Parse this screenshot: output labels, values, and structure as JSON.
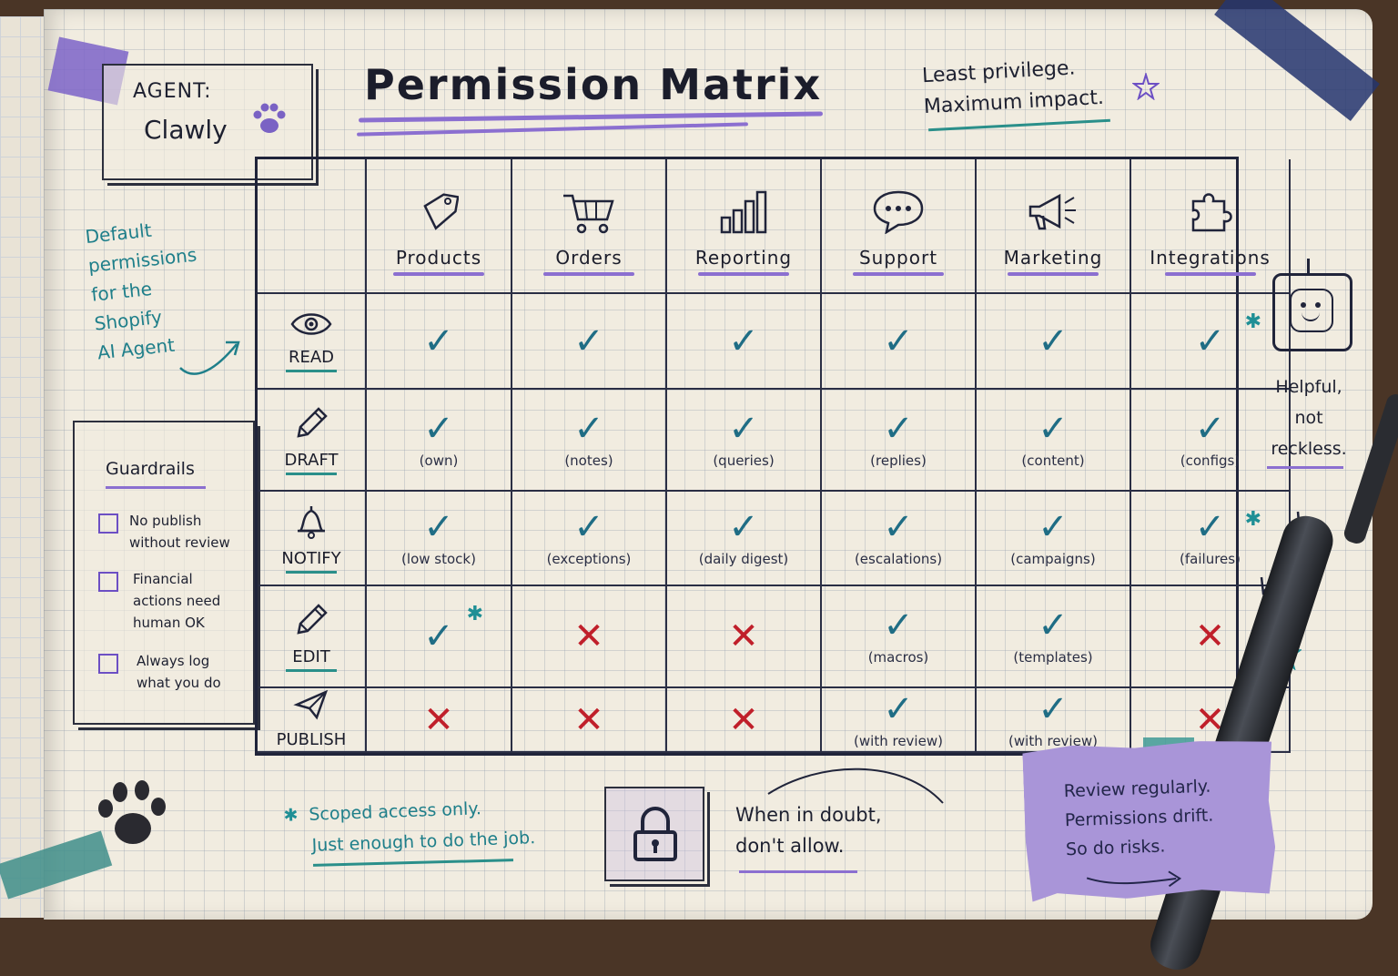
{
  "agent": {
    "label": "AGENT:",
    "name": "Clawly"
  },
  "title": "Permission Matrix",
  "motto": {
    "line1": "Least privilege.",
    "line2": "Maximum impact."
  },
  "default_note": [
    "Default",
    "permissions",
    "for the",
    "Shopify",
    "AI Agent"
  ],
  "guardrails": {
    "title": "Guardrails",
    "items": [
      [
        "No publish",
        "without review"
      ],
      [
        "Financial",
        "actions need",
        "human OK"
      ],
      [
        "Always log",
        "what you do"
      ]
    ]
  },
  "columns": [
    {
      "label": "Products",
      "icon": "tag-icon"
    },
    {
      "label": "Orders",
      "icon": "cart-icon"
    },
    {
      "label": "Reporting",
      "icon": "bar-chart-icon"
    },
    {
      "label": "Support",
      "icon": "chat-bubble-icon"
    },
    {
      "label": "Marketing",
      "icon": "megaphone-icon"
    },
    {
      "label": "Integrations",
      "icon": "puzzle-icon"
    }
  ],
  "rows": [
    {
      "label": "READ",
      "icon": "eye-icon",
      "cells": [
        {
          "mark": "check",
          "note": ""
        },
        {
          "mark": "check",
          "note": ""
        },
        {
          "mark": "check",
          "note": ""
        },
        {
          "mark": "check",
          "note": ""
        },
        {
          "mark": "check",
          "note": ""
        },
        {
          "mark": "check",
          "note": "",
          "star": true
        }
      ]
    },
    {
      "label": "DRAFT",
      "icon": "pencil-icon",
      "cells": [
        {
          "mark": "check",
          "note": "(own)"
        },
        {
          "mark": "check",
          "note": "(notes)"
        },
        {
          "mark": "check",
          "note": "(queries)"
        },
        {
          "mark": "check",
          "note": "(replies)"
        },
        {
          "mark": "check",
          "note": "(content)"
        },
        {
          "mark": "check",
          "note": "(configs)"
        }
      ]
    },
    {
      "label": "NOTIFY",
      "icon": "bell-icon",
      "cells": [
        {
          "mark": "check",
          "note": "(low stock)"
        },
        {
          "mark": "check",
          "note": "(exceptions)"
        },
        {
          "mark": "check",
          "note": "(daily digest)"
        },
        {
          "mark": "check",
          "note": "(escalations)"
        },
        {
          "mark": "check",
          "note": "(campaigns)"
        },
        {
          "mark": "check",
          "note": "(failures)",
          "star": true
        }
      ]
    },
    {
      "label": "EDIT",
      "icon": "pencil-icon",
      "cells": [
        {
          "mark": "check",
          "note": "",
          "star": true
        },
        {
          "mark": "x",
          "note": ""
        },
        {
          "mark": "x",
          "note": ""
        },
        {
          "mark": "check",
          "note": "(macros)"
        },
        {
          "mark": "check",
          "note": "(templates)"
        },
        {
          "mark": "x",
          "note": ""
        }
      ]
    },
    {
      "label": "PUBLISH",
      "icon": "paper-plane-icon",
      "cells": [
        {
          "mark": "x",
          "note": ""
        },
        {
          "mark": "x",
          "note": ""
        },
        {
          "mark": "x",
          "note": ""
        },
        {
          "mark": "check",
          "note": "(with review)"
        },
        {
          "mark": "check",
          "note": "(with review)"
        },
        {
          "mark": "x",
          "note": ""
        }
      ]
    }
  ],
  "side_note": [
    "Helpful,",
    "not",
    "reckless."
  ],
  "scoped": {
    "line1": "Scoped access only.",
    "line2": "Just enough to do the job."
  },
  "doubt": {
    "line1": "When in doubt,",
    "line2": "don't allow."
  },
  "sticky": [
    "Review regularly.",
    "Permissions drift.",
    "So do risks."
  ],
  "colors": {
    "accent_purple": "#8b6fd0",
    "check_teal": "#1f6d85",
    "cross_red": "#c01f2a"
  }
}
